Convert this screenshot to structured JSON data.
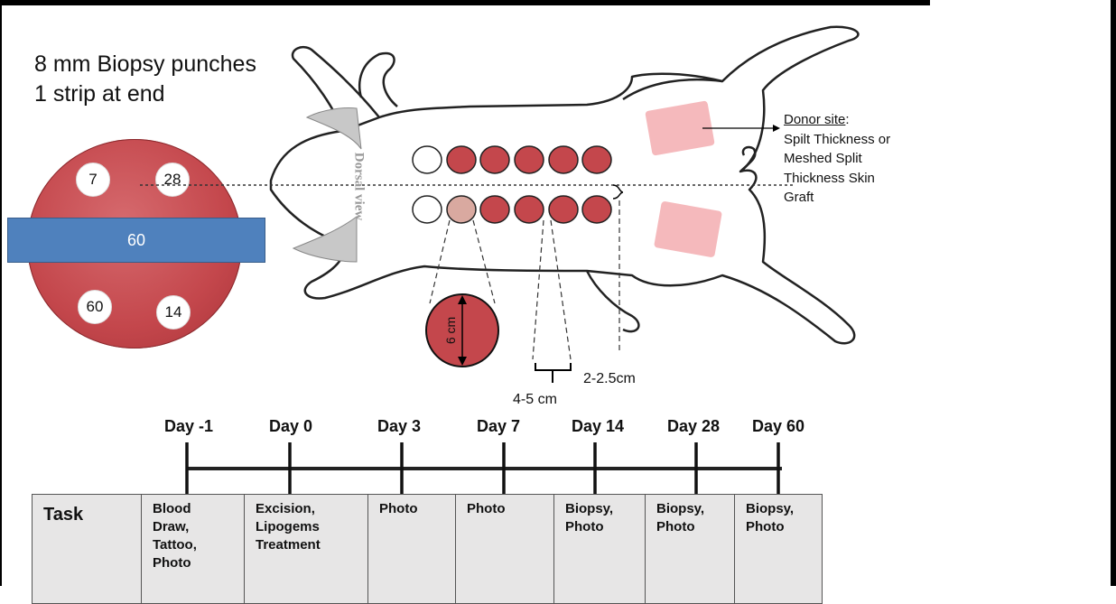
{
  "biopsy_info": {
    "line1": "8 mm Biopsy punches",
    "line2": "1 strip at end"
  },
  "wound": {
    "punches": [
      "7",
      "28",
      "60",
      "14"
    ],
    "strip_label": "60"
  },
  "animal": {
    "view_label": "Dorsal view",
    "wound_size_label": "6 cm",
    "spacing_label": "4-5 cm",
    "offset_label": "2-2.5cm"
  },
  "donor_site": {
    "heading": "Donor site",
    "colon": ":",
    "line1": "Spilt Thickness or",
    "line2": "Meshed Split",
    "line3": "Thickness Skin",
    "line4": "Graft"
  },
  "timeline": {
    "days": [
      "Day -1",
      "Day 0",
      "Day 3",
      "Day 7",
      "Day 14",
      "Day 28",
      "Day 60"
    ]
  },
  "tasks": {
    "header": "Task",
    "cells": [
      [
        "Blood",
        "Draw,",
        "Tattoo,",
        "Photo"
      ],
      [
        "Excision,",
        "Lipogems",
        "Treatment"
      ],
      [
        "Photo"
      ],
      [
        "Photo"
      ],
      [
        "Biopsy,",
        "Photo"
      ],
      [
        "Biopsy,",
        "Photo"
      ],
      [
        "Biopsy,",
        "Photo"
      ]
    ]
  },
  "colors": {
    "wound_red": "#c4474c",
    "strip_blue": "#4f81bd",
    "donor_pink": "#f2a7ab",
    "table_fill": "#e7e6e6"
  }
}
